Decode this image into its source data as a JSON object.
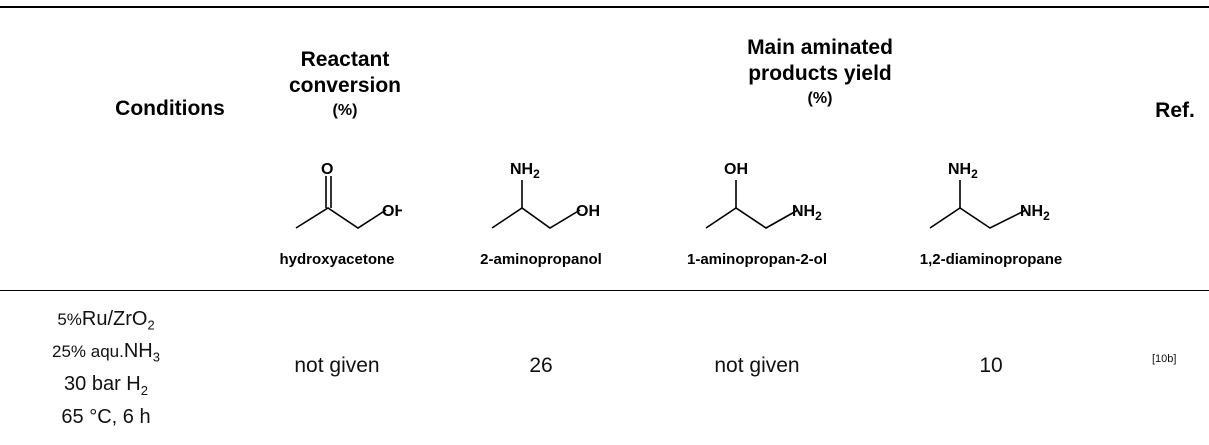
{
  "headers": {
    "conditions": "Conditions",
    "conversion_line1": "Reactant",
    "conversion_line2": "conversion",
    "conversion_unit": "(%)",
    "yield_line1": "Main aminated",
    "yield_line2": "products yield",
    "yield_unit": "(%)",
    "ref": "Ref."
  },
  "molecules": [
    {
      "name": "hydroxyacetone",
      "icon": "hydroxyacetone-structure-icon"
    },
    {
      "name": "2-aminopropanol",
      "icon": "2-aminopropanol-structure-icon"
    },
    {
      "name": "1-aminopropan-2-ol",
      "icon": "1-aminopropan-2-ol-structure-icon"
    },
    {
      "name": "1,2-diaminopropane",
      "icon": "1,2-diaminopropane-structure-icon"
    }
  ],
  "row": {
    "catalyst": "Ru/ZrO",
    "catalyst_pct": "5%",
    "catalyst_sub": "2",
    "ammonia_pct": "25% aqu.",
    "ammonia": "NH",
    "ammonia_sub": "3",
    "pressure": "30 bar H",
    "pressure_sub": "2",
    "temp_time": "65 °C, 6 h",
    "conversion": "not given",
    "yield_2_aminopropanol": "26",
    "yield_1_aminopropan_2_ol": "not given",
    "yield_1_2_diaminopropane": "10",
    "ref": "[10b]"
  },
  "labels": {
    "o": "O",
    "oh": "OH",
    "nh2": "NH",
    "sub2": "2"
  }
}
